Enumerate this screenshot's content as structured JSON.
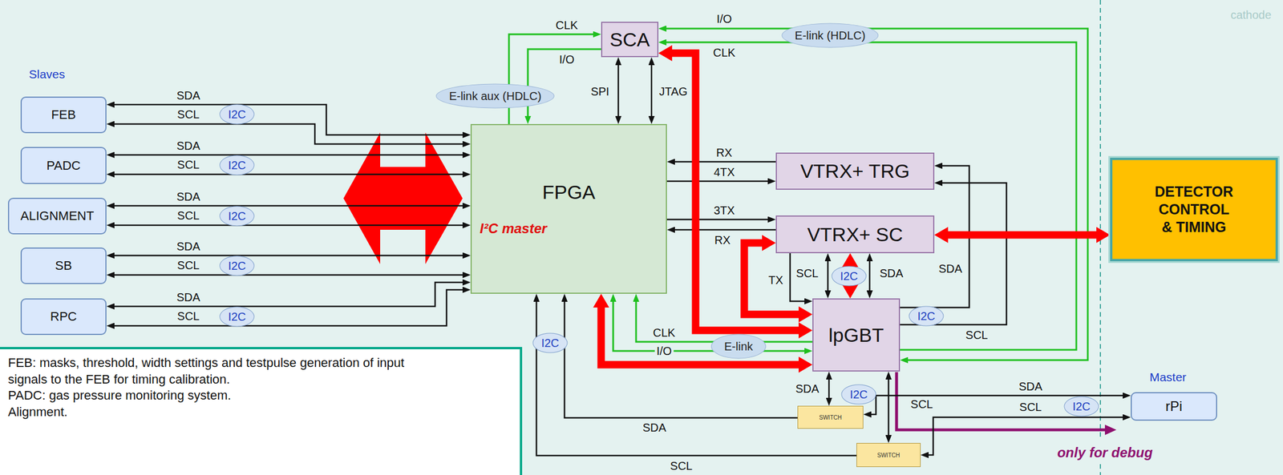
{
  "diagram": {
    "nodes": [
      {
        "text": [
          "SCA"
        ]
      },
      {
        "text": [
          "FEB"
        ]
      },
      {
        "text": [
          "PADC"
        ]
      },
      {
        "text": [
          "ALIGNMENT"
        ]
      },
      {
        "text": [
          "SB"
        ]
      },
      {
        "text": [
          "RPC"
        ]
      },
      {
        "text": [
          "FPGA",
          "I²C master"
        ]
      },
      {
        "text": [
          "VTRX+ TRG"
        ]
      },
      {
        "text": [
          "VTRX+ SC"
        ]
      },
      {
        "text": [
          "lpGBT"
        ]
      },
      {
        "text": [
          "DETECTOR CONTROL & TIMING"
        ]
      },
      {
        "text": [
          "rPi"
        ]
      },
      {
        "text": [
          "SWITCH"
        ]
      },
      {
        "text": [
          "SWITCH"
        ]
      },
      {
        "text": [
          "FEB: masks, threshold, width settings and testpulse generation of input signals to the FEB for timing calibration.",
          "PADC: gas pressure monitoring system.",
          "Alignment."
        ]
      }
    ],
    "edges": [
      {
        "from": 1,
        "to": 6,
        "label": "SDA",
        "arrow": "both"
      },
      {
        "from": 1,
        "to": 6,
        "label": "SCL",
        "arrow": "both"
      },
      {
        "from": 2,
        "to": 6,
        "label": "SDA",
        "arrow": "both"
      },
      {
        "from": 2,
        "to": 6,
        "label": "SCL",
        "arrow": "both"
      },
      {
        "from": 3,
        "to": 6,
        "label": "SDA",
        "arrow": "both"
      },
      {
        "from": 3,
        "to": 6,
        "label": "SCL",
        "arrow": "both"
      },
      {
        "from": 4,
        "to": 6,
        "label": "SDA",
        "arrow": "both"
      },
      {
        "from": 4,
        "to": 6,
        "label": "SCL",
        "arrow": "both"
      },
      {
        "from": 5,
        "to": 6,
        "label": "SDA",
        "arrow": "both"
      },
      {
        "from": 5,
        "to": 6,
        "label": "SCL",
        "arrow": "both"
      },
      {
        "from": 0,
        "to": 6,
        "label": "SPI",
        "arrow": "both"
      },
      {
        "from": 0,
        "to": 6,
        "label": "JTAG",
        "arrow": "both"
      },
      {
        "from": 6,
        "to": 0,
        "label": "CLK",
        "arrow": "to"
      },
      {
        "from": 0,
        "to": 6,
        "label": "I/O",
        "arrow": "to"
      },
      {
        "from": 9,
        "to": 0,
        "label": "I/O",
        "arrow": "both"
      },
      {
        "from": 9,
        "to": 0,
        "label": "CLK",
        "arrow": "to"
      },
      {
        "from": 7,
        "to": 6,
        "label": "RX",
        "arrow": "to"
      },
      {
        "from": 6,
        "to": 7,
        "label": "4TX",
        "arrow": "to"
      },
      {
        "from": 6,
        "to": 8,
        "label": "3TX",
        "arrow": "to"
      },
      {
        "from": 8,
        "to": 6,
        "label": "RX",
        "arrow": "to"
      },
      {
        "from": 8,
        "to": 9,
        "label": "TX",
        "arrow": "to"
      },
      {
        "from": 8,
        "to": 9,
        "label": "SCL",
        "arrow": "both"
      },
      {
        "from": 8,
        "to": 9,
        "label": "SDA",
        "arrow": "both"
      },
      {
        "from": 9,
        "to": 7,
        "label": "SDA",
        "arrow": "to"
      },
      {
        "from": 9,
        "to": 7,
        "label": "SCL",
        "arrow": "to"
      },
      {
        "from": 9,
        "to": 6,
        "label": "CLK",
        "arrow": "to"
      },
      {
        "from": 9,
        "to": 6,
        "label": "I/O",
        "arrow": "both"
      },
      {
        "from": 12,
        "to": 6,
        "label": "SDA",
        "arrow": "to"
      },
      {
        "from": 13,
        "to": 6,
        "label": "SCL",
        "arrow": "to"
      },
      {
        "from": 12,
        "to": 9,
        "label": "SDA",
        "arrow": "both"
      },
      {
        "from": 13,
        "to": 9,
        "label": "SCL",
        "arrow": "both"
      },
      {
        "from": 11,
        "to": 12,
        "label": "SDA",
        "arrow": "both"
      },
      {
        "from": 11,
        "to": 13,
        "label": "SCL",
        "arrow": "both"
      },
      {
        "from": 0,
        "to": 9,
        "arrow": "both"
      },
      {
        "from": 6,
        "to": 9,
        "arrow": "both"
      },
      {
        "from": 8,
        "to": 9,
        "arrow": "both"
      },
      {
        "from": 8,
        "to": 9,
        "arrow": "both"
      },
      {
        "from": 8,
        "to": 10,
        "arrow": "both"
      }
    ],
    "labels": [
      "Slaves",
      "I2C",
      "I2C",
      "I2C",
      "I2C",
      "I2C",
      "E-link aux (HDLC)",
      "E-link (HDLC)",
      "cathode",
      "I2C",
      "I2C",
      "I2C",
      "E-link",
      "I2C",
      "I2C",
      "Master",
      "only for debug"
    ]
  }
}
